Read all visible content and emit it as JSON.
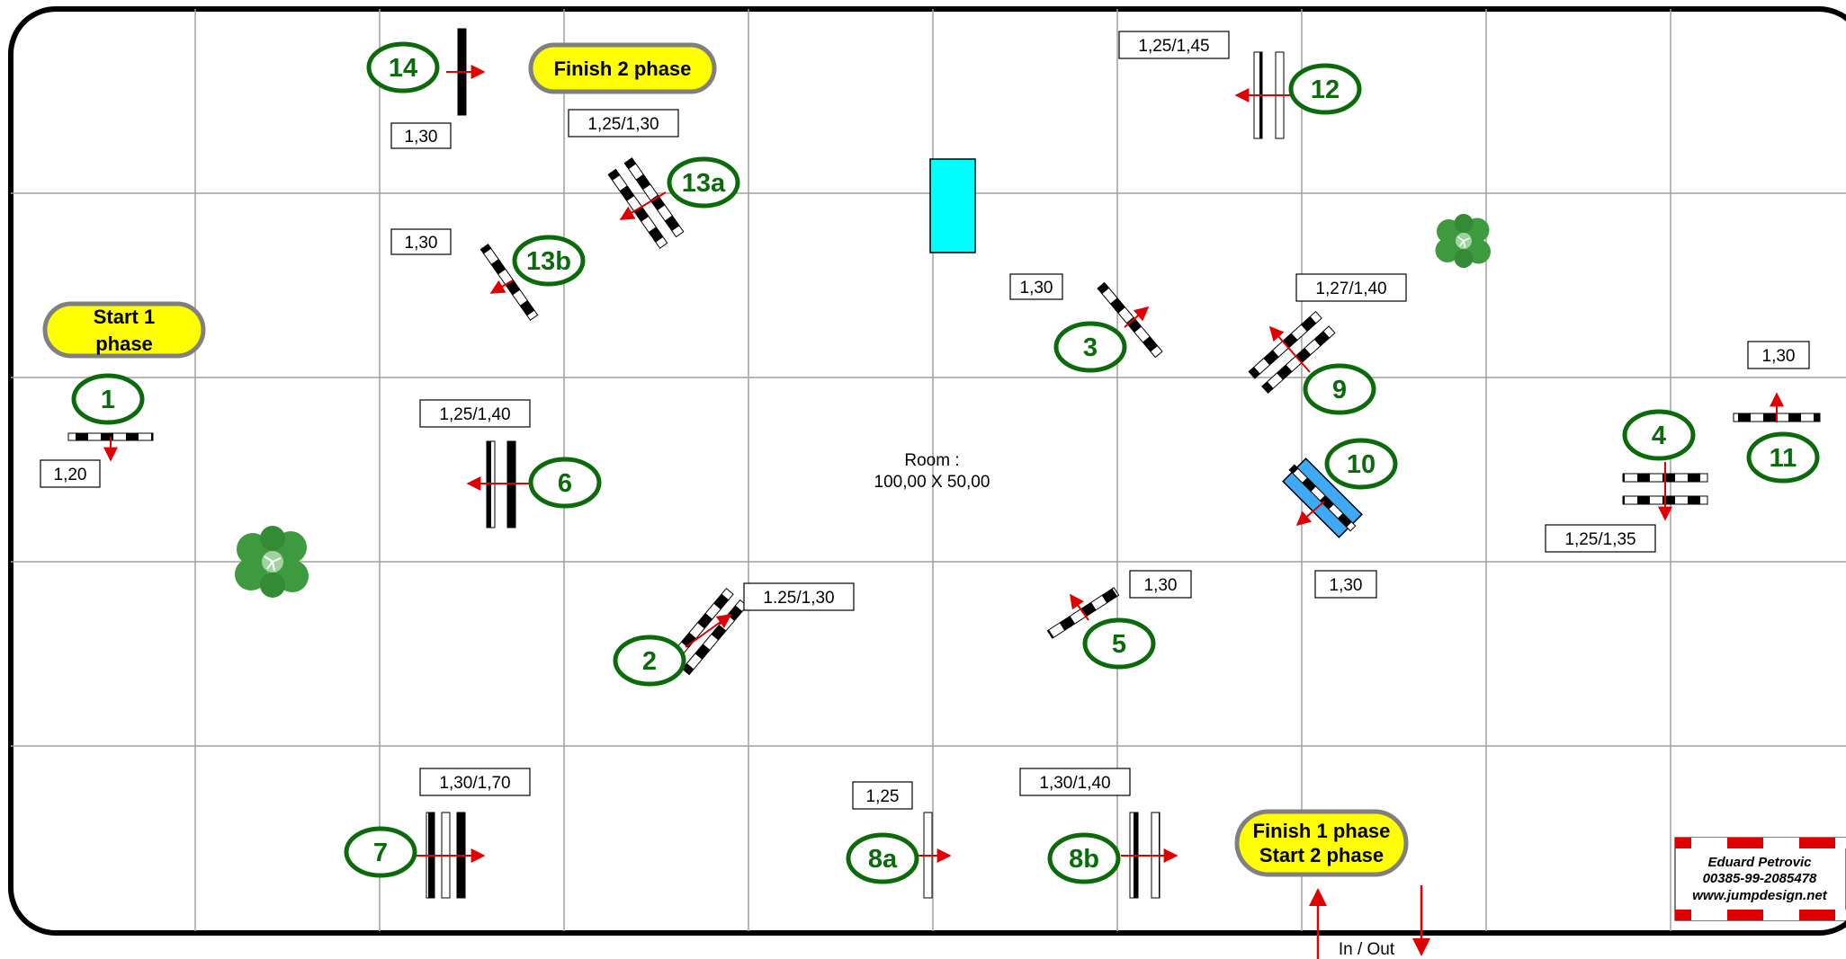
{
  "room": {
    "label": "Room :",
    "size": "100,00 X 50,00"
  },
  "numbers": [
    {
      "id": "1",
      "label": "1"
    },
    {
      "id": "2",
      "label": "2"
    },
    {
      "id": "3",
      "label": "3"
    },
    {
      "id": "4",
      "label": "4"
    },
    {
      "id": "5",
      "label": "5"
    },
    {
      "id": "6",
      "label": "6"
    },
    {
      "id": "7",
      "label": "7"
    },
    {
      "id": "8a",
      "label": "8a"
    },
    {
      "id": "8b",
      "label": "8b"
    },
    {
      "id": "9",
      "label": "9"
    },
    {
      "id": "10",
      "label": "10"
    },
    {
      "id": "11",
      "label": "11"
    },
    {
      "id": "12",
      "label": "12"
    },
    {
      "id": "13a",
      "label": "13a"
    },
    {
      "id": "13b",
      "label": "13b"
    },
    {
      "id": "14",
      "label": "14"
    }
  ],
  "heights": [
    "1,20",
    "1.25/1,30",
    "1,30",
    "1,25/1,35",
    "1,30",
    "1,25/1,40",
    "1,30/1,70",
    "1,25",
    "1,30/1,40",
    "1,27/1,40",
    "1,30",
    "1,30",
    "1,25/1,45",
    "1,25/1,30",
    "1,30",
    "1,30"
  ],
  "pills": {
    "start1_line1": "Start 1",
    "start1_line2": "phase",
    "finish2": "Finish 2 phase",
    "finish1_line1": "Finish 1 phase",
    "finish1_line2": "Start 2 phase"
  },
  "in_out": "In / Out",
  "credit": {
    "name": "Eduard Petrovic",
    "phone": "00385-99-2085478",
    "web": "www.jumpdesign.net"
  },
  "colors": {
    "grid": "#a0a0a0",
    "number_green": "#0b6b0b",
    "pill_yellow": "#ffff00",
    "arrow_red": "#e00000",
    "water_cyan": "#00ffff",
    "water_blue": "#3fa9f5",
    "tree_green": "#3e9a3e"
  }
}
